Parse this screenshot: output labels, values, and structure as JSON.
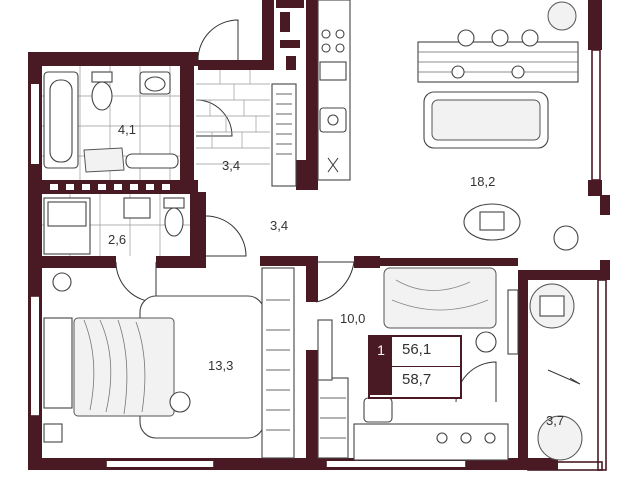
{
  "plan": {
    "rooms": [
      {
        "id": "bathroom",
        "area": "4,1"
      },
      {
        "id": "hall-entry",
        "area": "3,4"
      },
      {
        "id": "corridor",
        "area": "3,4"
      },
      {
        "id": "wc",
        "area": "2,6"
      },
      {
        "id": "bedroom",
        "area": "13,3"
      },
      {
        "id": "kitchen",
        "area": "10,0"
      },
      {
        "id": "living",
        "area": "18,2"
      },
      {
        "id": "balcony",
        "area": "3,7"
      }
    ],
    "summary": {
      "rooms_count": "1",
      "living_area": "56,1",
      "total_area": "58,7"
    }
  },
  "colors": {
    "wall": "#4a1a24",
    "furniture_stroke": "#444444",
    "background": "#ffffff"
  }
}
